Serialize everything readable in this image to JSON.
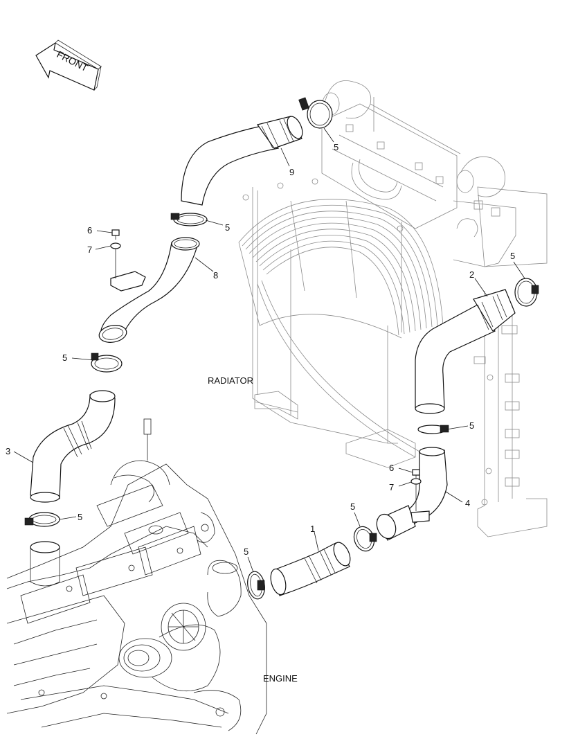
{
  "orientation": {
    "label": "FRONT"
  },
  "component_labels": {
    "radiator": "RADIATOR",
    "engine": "ENGINE"
  },
  "callouts": [
    {
      "id": "c9",
      "text": "9"
    },
    {
      "id": "c5a",
      "text": "5"
    },
    {
      "id": "c5b",
      "text": "5"
    },
    {
      "id": "c6a",
      "text": "6"
    },
    {
      "id": "c7a",
      "text": "7"
    },
    {
      "id": "c8",
      "text": "8"
    },
    {
      "id": "c5c",
      "text": "5"
    },
    {
      "id": "c3",
      "text": "3"
    },
    {
      "id": "c5d",
      "text": "5"
    },
    {
      "id": "c5e",
      "text": "5"
    },
    {
      "id": "c2",
      "text": "2"
    },
    {
      "id": "c5f",
      "text": "5"
    },
    {
      "id": "c6b",
      "text": "6"
    },
    {
      "id": "c7b",
      "text": "7"
    },
    {
      "id": "c4",
      "text": "4"
    },
    {
      "id": "c5g",
      "text": "5"
    },
    {
      "id": "c1",
      "text": "1"
    },
    {
      "id": "c5h",
      "text": "5"
    }
  ]
}
